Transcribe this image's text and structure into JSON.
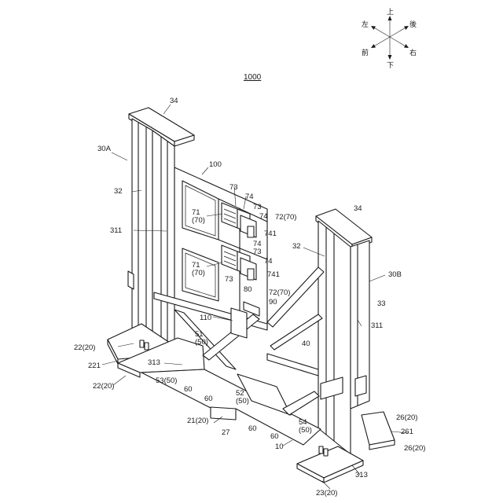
{
  "drawing": {
    "title": "1000",
    "directions": {
      "up": "上",
      "down": "下",
      "left": "左",
      "right": "右",
      "front": "前",
      "back": "後"
    },
    "labels": {
      "l_34_left": "34",
      "l_30A": "30A",
      "l_100": "100",
      "l_73_a": "73",
      "l_74_a": "74",
      "l_73_b": "73",
      "l_74_b": "74",
      "l_72_70_a": "72(70)",
      "l_34_right": "34",
      "l_32_left": "32",
      "l_71_70_a": "71\n(70)",
      "l_741_a": "741",
      "l_311_left": "311",
      "l_74_c": "74",
      "l_73_c": "73",
      "l_32_right": "32",
      "l_74_d": "74",
      "l_71_70_b": "71\n(70)",
      "l_73_d": "73",
      "l_741_b": "741",
      "l_30B": "30B",
      "l_72_70_b": "72(70)",
      "l_80": "80",
      "l_90": "90",
      "l_33": "33",
      "l_110": "110",
      "l_311_right": "311",
      "l_51_50": "51\n(50)",
      "l_40": "40",
      "l_22_20_a": "22(20)",
      "l_221": "221",
      "l_313_left": "313",
      "l_53_50": "53(50)",
      "l_22_20_b": "22(20)",
      "l_60_a": "60",
      "l_60_b": "60",
      "l_52_50": "52\n(50)",
      "l_21_20": "21(20)",
      "l_27": "27",
      "l_60_c": "60",
      "l_60_d": "60",
      "l_54_50": "54\n(50)",
      "l_26_20_a": "26(20)",
      "l_261": "261",
      "l_10": "10",
      "l_26_20_b": "26(20)",
      "l_313_right": "313",
      "l_23_20": "23(20)"
    }
  }
}
